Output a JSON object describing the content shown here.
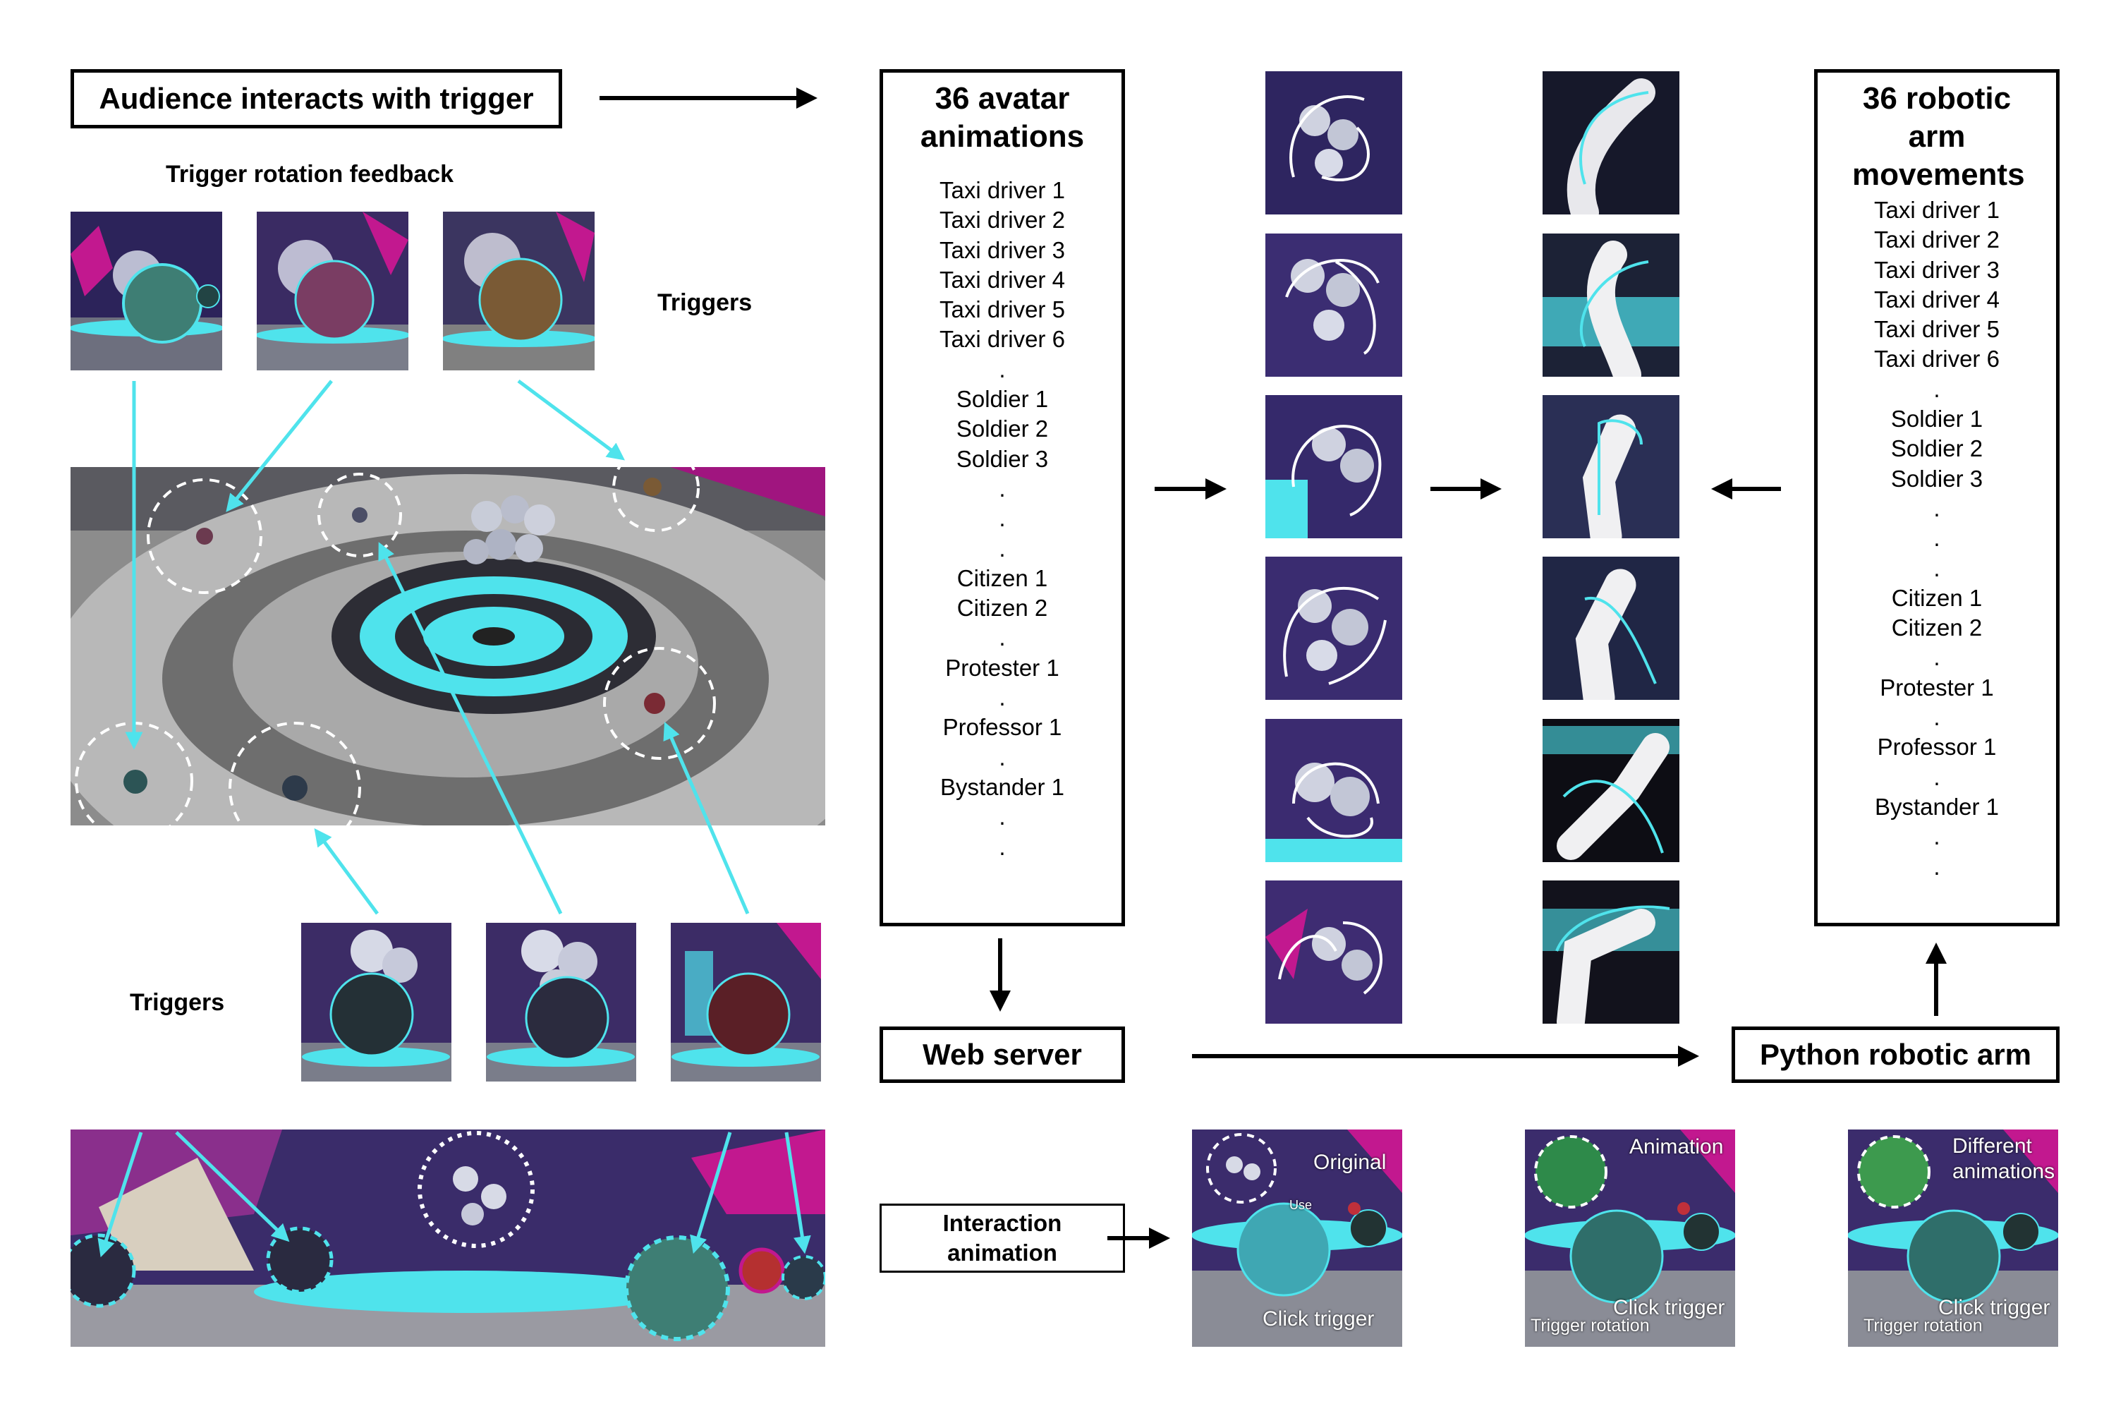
{
  "labels": {
    "audience": "Audience interacts with trigger",
    "trigger_rotation_feedback": "Trigger rotation feedback",
    "triggers_top": "Triggers",
    "triggers_bottom": "Triggers",
    "web_server": "Web server",
    "python_arm": "Python robotic arm",
    "interaction_animation": "Interaction animation"
  },
  "avatar_box": {
    "title": "36 avatar animations",
    "items": [
      "Taxi driver 1",
      "Taxi driver 2",
      "Taxi driver 3",
      "Taxi driver 4",
      "Taxi driver 5",
      "Taxi driver 6",
      ".",
      "Soldier 1",
      "Soldier 2",
      "Soldier 3",
      ".",
      ".",
      ".",
      "Citizen 1",
      "Citizen 2",
      ".",
      "Protester 1",
      ".",
      "Professor 1",
      ".",
      "Bystander 1",
      ".",
      "."
    ]
  },
  "robot_box": {
    "title": "36 robotic arm movements",
    "items": [
      "Taxi driver 1",
      "Taxi driver 2",
      "Taxi driver 3",
      "Taxi driver 4",
      "Taxi driver 5",
      "Taxi driver 6",
      ".",
      "Soldier 1",
      "Soldier 2",
      "Soldier 3",
      ".",
      ".",
      ".",
      "Citizen 1",
      "Citizen 2",
      ".",
      "Protester 1",
      ".",
      "Professor 1",
      ".",
      "Bystander 1",
      ".",
      "."
    ]
  },
  "interaction_panels": {
    "original": "Original",
    "use": "Use",
    "click_trigger": "Click trigger",
    "animation": "Animation",
    "trigger_rotation": "Trigger rotation",
    "different_animations": "Different animations"
  },
  "colors": {
    "cyan": "#4fe3ec",
    "purple": "#6a3f9c",
    "magenta": "#c2188f",
    "black": "#000000"
  }
}
